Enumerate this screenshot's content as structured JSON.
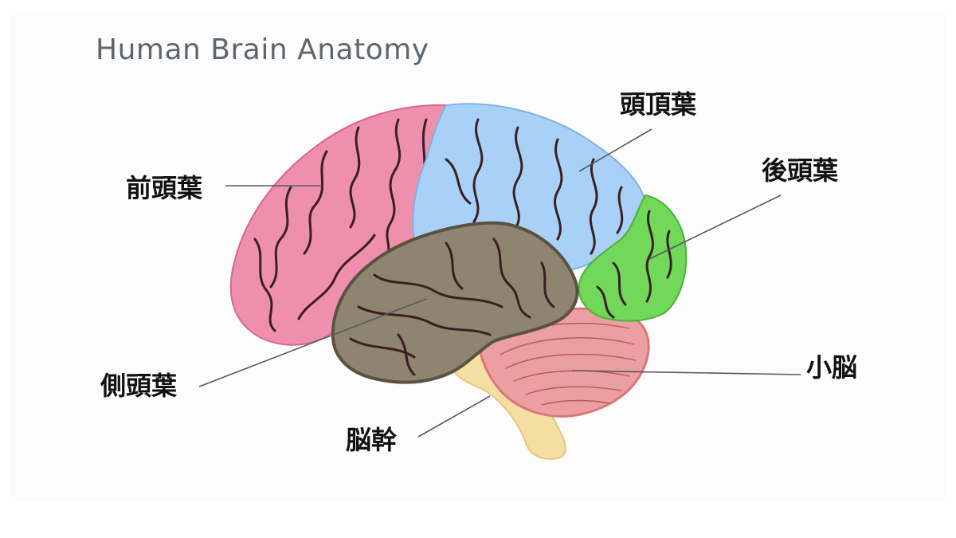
{
  "diagram": {
    "title": "Human Brain Anatomy",
    "regions": [
      {
        "id": "frontal",
        "label": "前頭葉",
        "color": "#ee8fae"
      },
      {
        "id": "parietal",
        "label": "頭頂葉",
        "color": "#a9d1f7"
      },
      {
        "id": "occipital",
        "label": "後頭葉",
        "color": "#72d85a"
      },
      {
        "id": "temporal",
        "label": "側頭葉",
        "color": "#8f846f"
      },
      {
        "id": "cerebellum",
        "label": "小脳",
        "color": "#ec9fa1"
      },
      {
        "id": "brainstem",
        "label": "脳幹",
        "color": "#f4dea1"
      }
    ]
  }
}
